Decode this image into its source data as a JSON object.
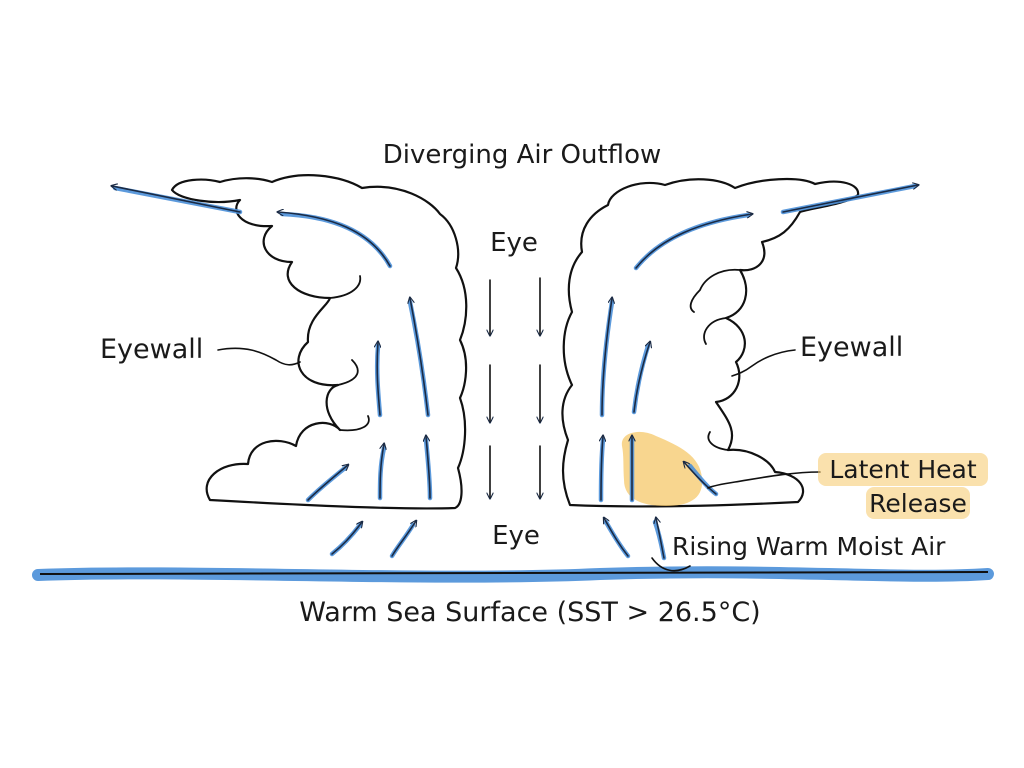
{
  "labels": {
    "outflow": "Diverging Air Outflow",
    "eye_top": "Eye",
    "eye_bottom": "Eye",
    "eyewall_left": "Eyewall",
    "eyewall_right": "Eyewall",
    "latent_line1": "Latent Heat",
    "latent_line2": "Release",
    "rising_air": "Rising Warm Moist Air",
    "sea_surface": "Warm Sea Surface (SST > 26.5°C)"
  },
  "colors": {
    "air_flow": "#4a8fd8",
    "sea": "#4a8fd8",
    "latent_heat": "#f5c86a",
    "ink": "#111111"
  }
}
